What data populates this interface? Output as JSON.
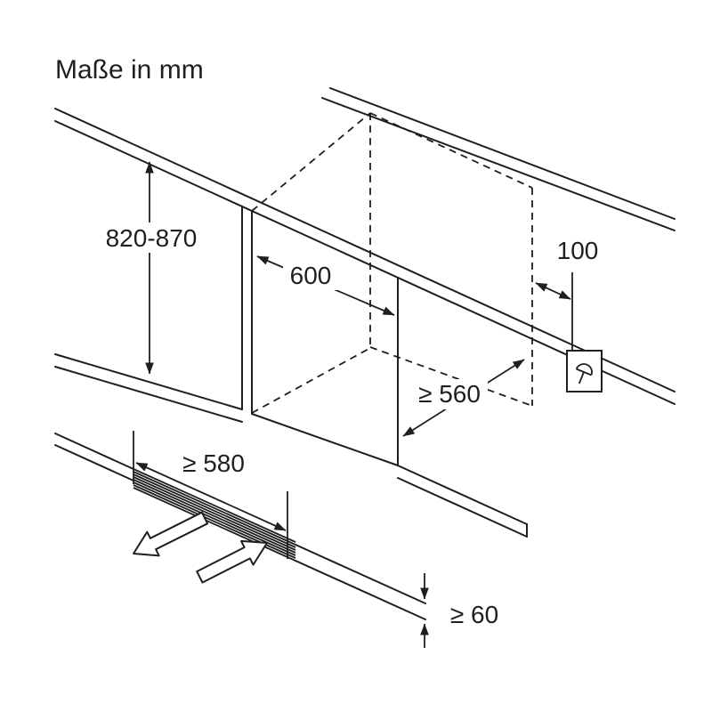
{
  "meta": {
    "units_note": "Maße in mm"
  },
  "dimensions": {
    "height": "820-870",
    "width": "600",
    "clearance": "100",
    "depth": "≥ 560",
    "plinth_depth": "≥ 580",
    "plinth_height": "≥ 60"
  },
  "icons": {
    "socket": "power-socket-icon",
    "arrow_out": "plinth-remove-arrow",
    "arrow_in": "plinth-insert-arrow"
  },
  "colors": {
    "line": "#1f1f1f",
    "background": "#ffffff"
  }
}
